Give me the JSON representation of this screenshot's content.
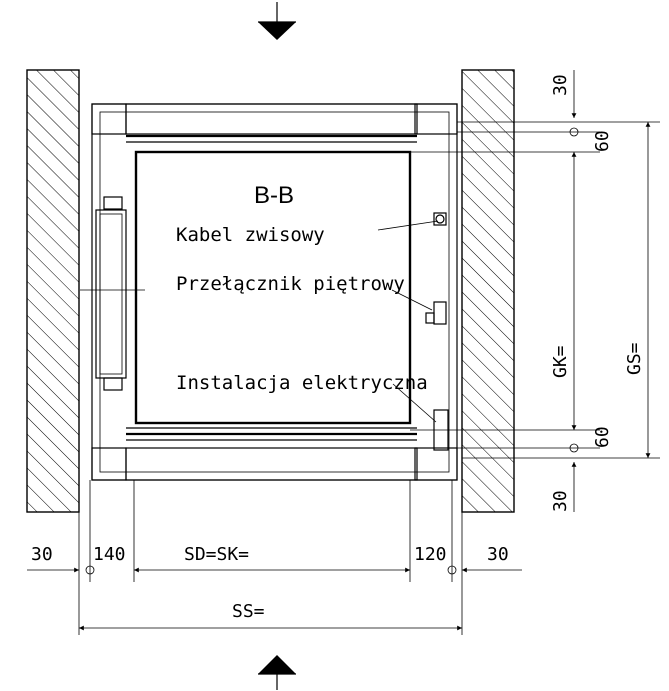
{
  "section_title": "B-B",
  "labels": {
    "kabel": "Kabel zwisowy",
    "przelacznik": "Przełącznik piętrowy",
    "instalacja": "Instalacja elektryczna"
  },
  "dims": {
    "left_wall": "30",
    "left_gap": "140",
    "door_width": "SD=SK=",
    "right_gap": "120",
    "right_wall": "30",
    "total_width": "SS=",
    "top_wall": "30",
    "top_gap": "60",
    "cabin_depth": "GK=",
    "shaft_depth": "GS=",
    "bottom_gap": "60",
    "bottom_wall": "30"
  }
}
